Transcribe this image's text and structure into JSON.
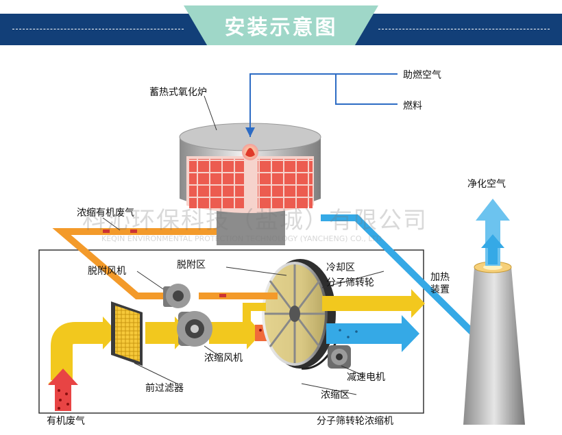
{
  "header": {
    "title": "安装示意图"
  },
  "labels": {
    "rto": "蓄热式氧化炉",
    "combustion_air": "助燃空气",
    "fuel": "燃料",
    "clean_air": "净化空气",
    "concentrated_gas": "浓缩有机废气",
    "desorption_fan": "脱附风机",
    "desorption_zone": "脱附区",
    "cooling_zone": "冷却区",
    "sieve_wheel": "分子筛转轮",
    "heating_device": "加热\n装置",
    "concentration_fan": "浓缩风机",
    "pre_filter": "前过滤器",
    "reducer_motor": "减速电机",
    "concentration_zone": "浓缩区",
    "organic_waste_gas": "有机废气",
    "concentrator": "分子筛转轮浓缩机"
  },
  "watermark": {
    "cn": "科沁环保科技（盐城）有限公司",
    "en": "KEQIN ENVIRONMENTAL PROTECTION TECHNOLOGY (YANCHENG) CO., LTD"
  },
  "colors": {
    "banner": "#123f78",
    "tab": "#9fd7c8",
    "yellow_flow": "#f2c81e",
    "orange_flow": "#f39a2a",
    "blue_flow": "#35a9e6",
    "red_particles": "#d9262b"
  }
}
